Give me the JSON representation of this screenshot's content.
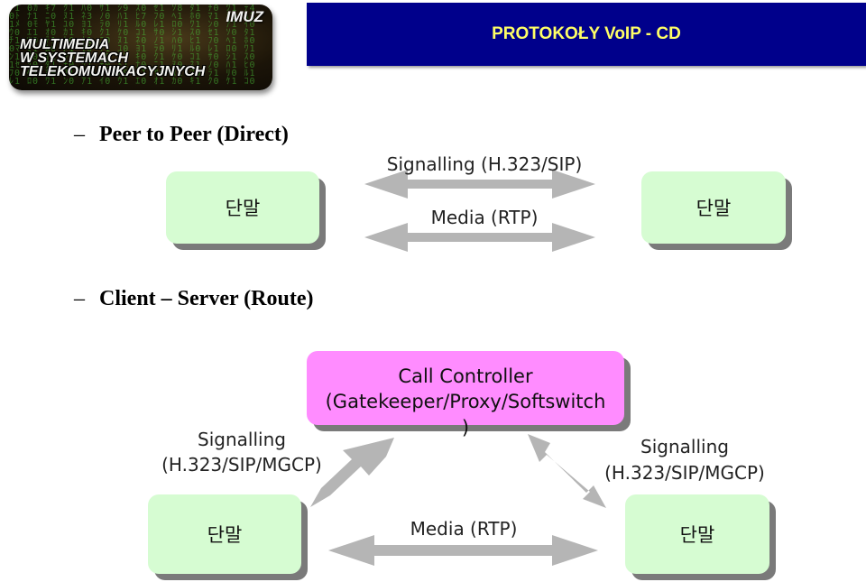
{
  "logo": {
    "tag": "IMUZ",
    "lines": [
      "MULTIMEDIA",
      "W SYSTEMACH",
      "TELEKOMUNIKACYJNYCH"
    ]
  },
  "title": "PROTOKOŁY VoIP - CD",
  "section1": {
    "dash": "–",
    "heading": "Peer to Peer (Direct)",
    "terminal_left": "단말",
    "terminal_right": "단말",
    "signalling_label": "Signalling (H.323/SIP)",
    "media_label": "Media (RTP)"
  },
  "section2": {
    "dash": "–",
    "heading": "Client – Server (Route)",
    "controller_line1": "Call Controller",
    "controller_line2": "(Gatekeeper/Proxy/Softswitch",
    "controller_line3": ")",
    "signalling_left_line1": "Signalling",
    "signalling_left_line2": "(H.323/SIP/MGCP)",
    "signalling_right_line1": "Signalling",
    "signalling_right_line2": "(H.323/SIP/MGCP)",
    "media_label": "Media (RTP)",
    "terminal_left": "단말",
    "terminal_right": "단말"
  },
  "colors": {
    "title_bg": "#00008b",
    "title_text": "#ffff66",
    "terminal_box": "#d6fcd2",
    "controller_box": "#ff8cff",
    "arrow": "#b5b5b5"
  }
}
